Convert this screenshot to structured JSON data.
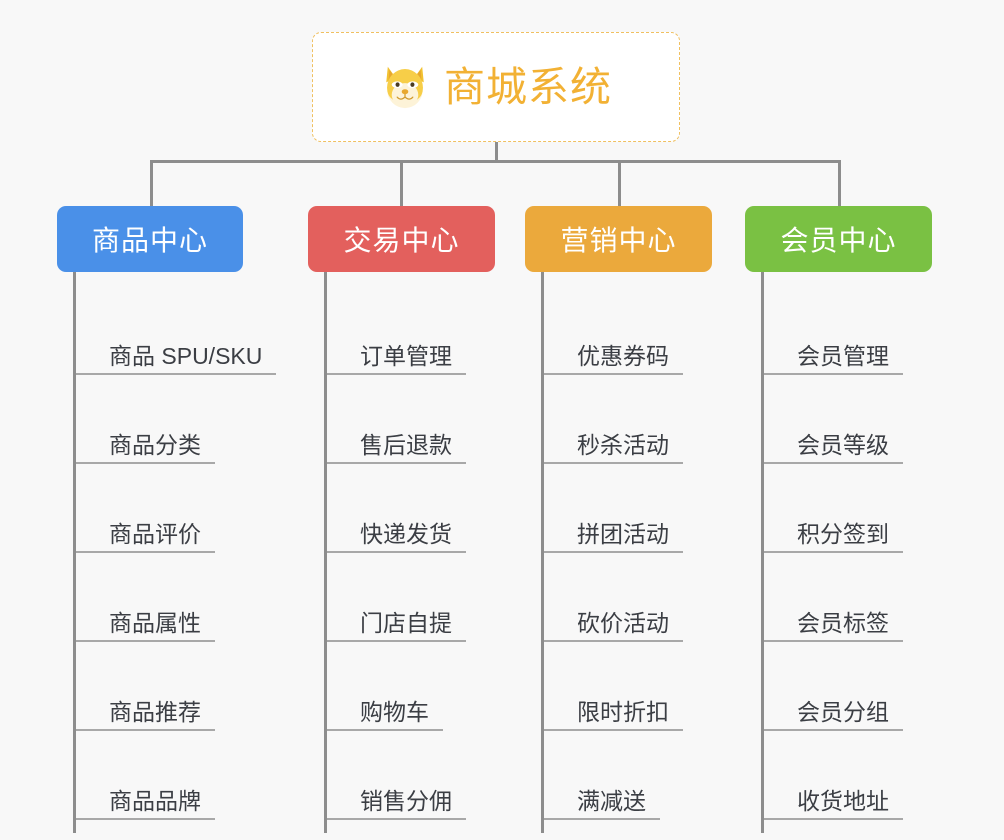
{
  "root": {
    "icon": "shiba-dog-emoji",
    "title": "商城系统"
  },
  "colors": {
    "background": "#f8f8f8",
    "root_text": "#f2b134",
    "root_border": "#f0c060",
    "connector": "#8d8d8d",
    "leaf_underline": "#a8a8a8",
    "leaf_text": "#3b3e44",
    "product_center": "#4a90e8",
    "trade_center": "#e3605d",
    "marketing_center": "#eba93c",
    "member_center": "#7ac143"
  },
  "columns": [
    {
      "key": "product-center",
      "label": "商品中心",
      "color": "#4a90e8",
      "items": [
        "商品 SPU/SKU",
        "商品分类",
        "商品评价",
        "商品属性",
        "商品推荐",
        "商品品牌"
      ]
    },
    {
      "key": "trade-center",
      "label": "交易中心",
      "color": "#e3605d",
      "items": [
        "订单管理",
        "售后退款",
        "快递发货",
        "门店自提",
        "购物车",
        "销售分佣"
      ]
    },
    {
      "key": "marketing-center",
      "label": "营销中心",
      "color": "#eba93c",
      "items": [
        "优惠券码",
        "秒杀活动",
        "拼团活动",
        "砍价活动",
        "限时折扣",
        "满减送"
      ]
    },
    {
      "key": "member-center",
      "label": "会员中心",
      "color": "#7ac143",
      "items": [
        "会员管理",
        "会员等级",
        "积分签到",
        "会员标签",
        "会员分组",
        "收货地址"
      ]
    }
  ]
}
